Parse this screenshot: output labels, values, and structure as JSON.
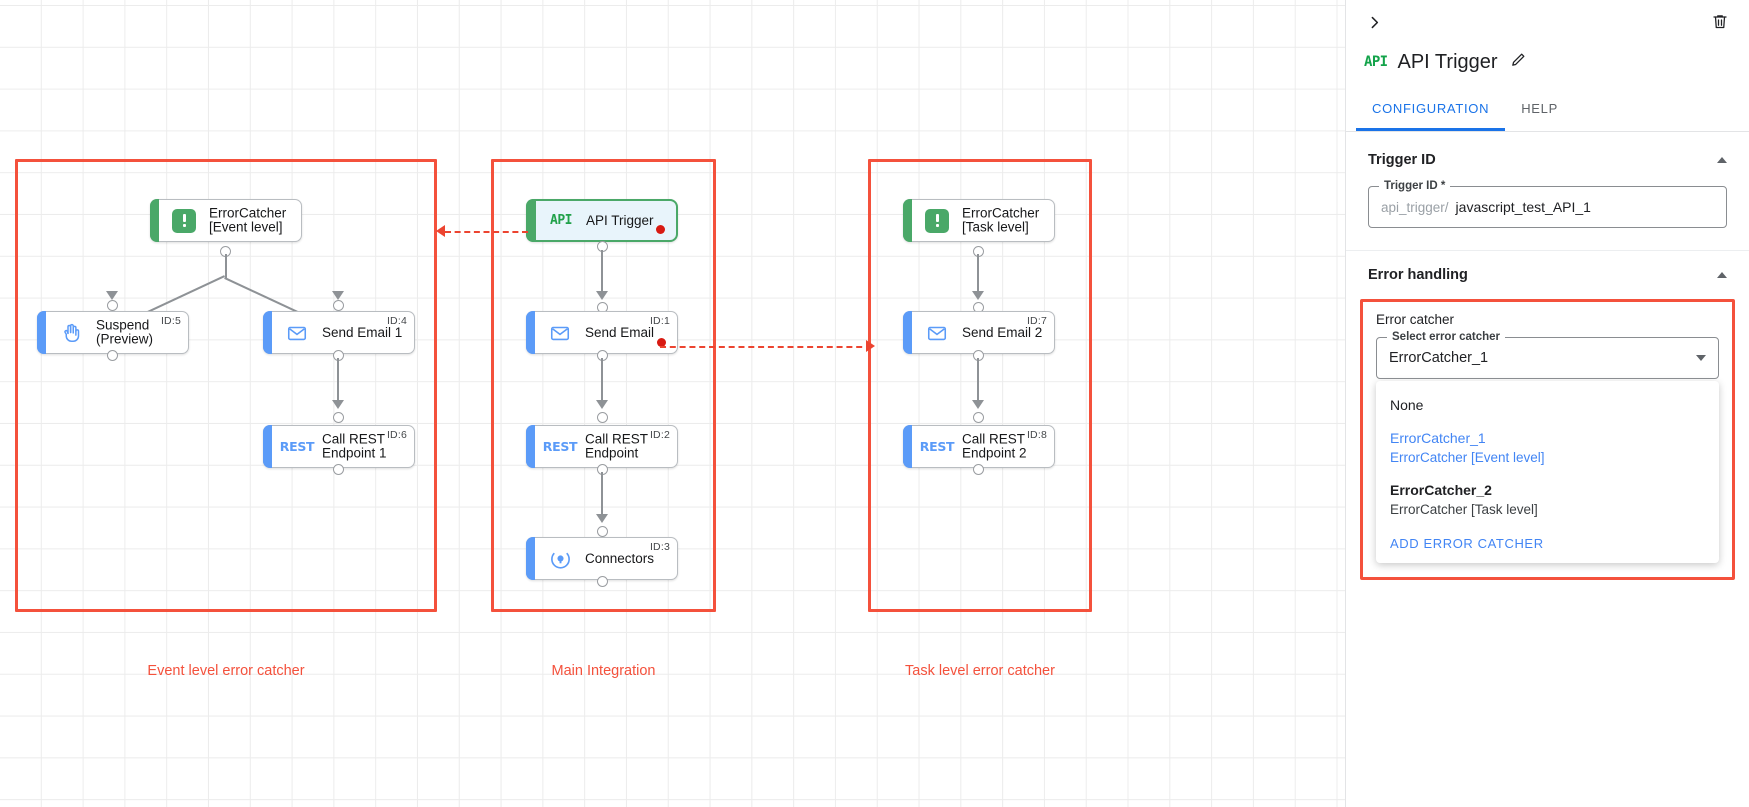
{
  "canvas": {
    "groups": [
      {
        "caption": "Event level error catcher"
      },
      {
        "caption": "Main Integration"
      },
      {
        "caption": "Task level error catcher"
      }
    ],
    "nodes": {
      "ec_event": {
        "label": "ErrorCatcher\n[Event level]",
        "id": "",
        "icon": "error-catcher-icon"
      },
      "suspend": {
        "label": "Suspend\n(Preview)",
        "id": "ID:5",
        "icon": "hand-icon"
      },
      "send_email_1": {
        "label": "Send Email 1",
        "id": "ID:4",
        "icon": "envelope-icon"
      },
      "rest_1": {
        "label": "Call REST\nEndpoint 1",
        "id": "ID:6",
        "icon": "rest-icon"
      },
      "api_trigger": {
        "label": "API Trigger",
        "id": "",
        "icon": "api-icon"
      },
      "send_email": {
        "label": "Send Email",
        "id": "ID:1",
        "icon": "envelope-icon"
      },
      "rest_main": {
        "label": "Call REST\nEndpoint",
        "id": "ID:2",
        "icon": "rest-icon"
      },
      "connectors": {
        "label": "Connectors",
        "id": "ID:3",
        "icon": "connectors-icon"
      },
      "ec_task": {
        "label": "ErrorCatcher\n[Task level]",
        "id": "",
        "icon": "error-catcher-icon"
      },
      "send_email_2": {
        "label": "Send Email 2",
        "id": "ID:7",
        "icon": "envelope-icon"
      },
      "rest_2": {
        "label": "Call REST\nEndpoint 2",
        "id": "ID:8",
        "icon": "rest-icon"
      }
    }
  },
  "panel": {
    "title": "API Trigger",
    "badge": "API",
    "tabs": [
      {
        "label": "CONFIGURATION",
        "active": true
      },
      {
        "label": "HELP",
        "active": false
      }
    ],
    "trigger_id_section": {
      "heading": "Trigger ID",
      "field_legend": "Trigger ID *",
      "prefix": "api_trigger/",
      "value": "javascript_test_API_1"
    },
    "error_handling_section": {
      "heading": "Error handling",
      "error_catcher_label": "Error catcher",
      "select_legend": "Select error catcher",
      "selected": "ErrorCatcher_1",
      "options": [
        {
          "main": "None",
          "sub": "",
          "selected": false
        },
        {
          "main": "ErrorCatcher_1",
          "sub": "ErrorCatcher [Event level]",
          "selected": true
        },
        {
          "main": "ErrorCatcher_2",
          "sub": "ErrorCatcher [Task level]",
          "selected": false
        }
      ],
      "add_action": "ADD ERROR CATCHER"
    }
  },
  "colors": {
    "accent_blue": "#4285f4",
    "group_red": "#f4513c",
    "trigger_green": "#4aa868",
    "node_blue": "#5b9bf8",
    "error_dot": "#d81a12"
  }
}
